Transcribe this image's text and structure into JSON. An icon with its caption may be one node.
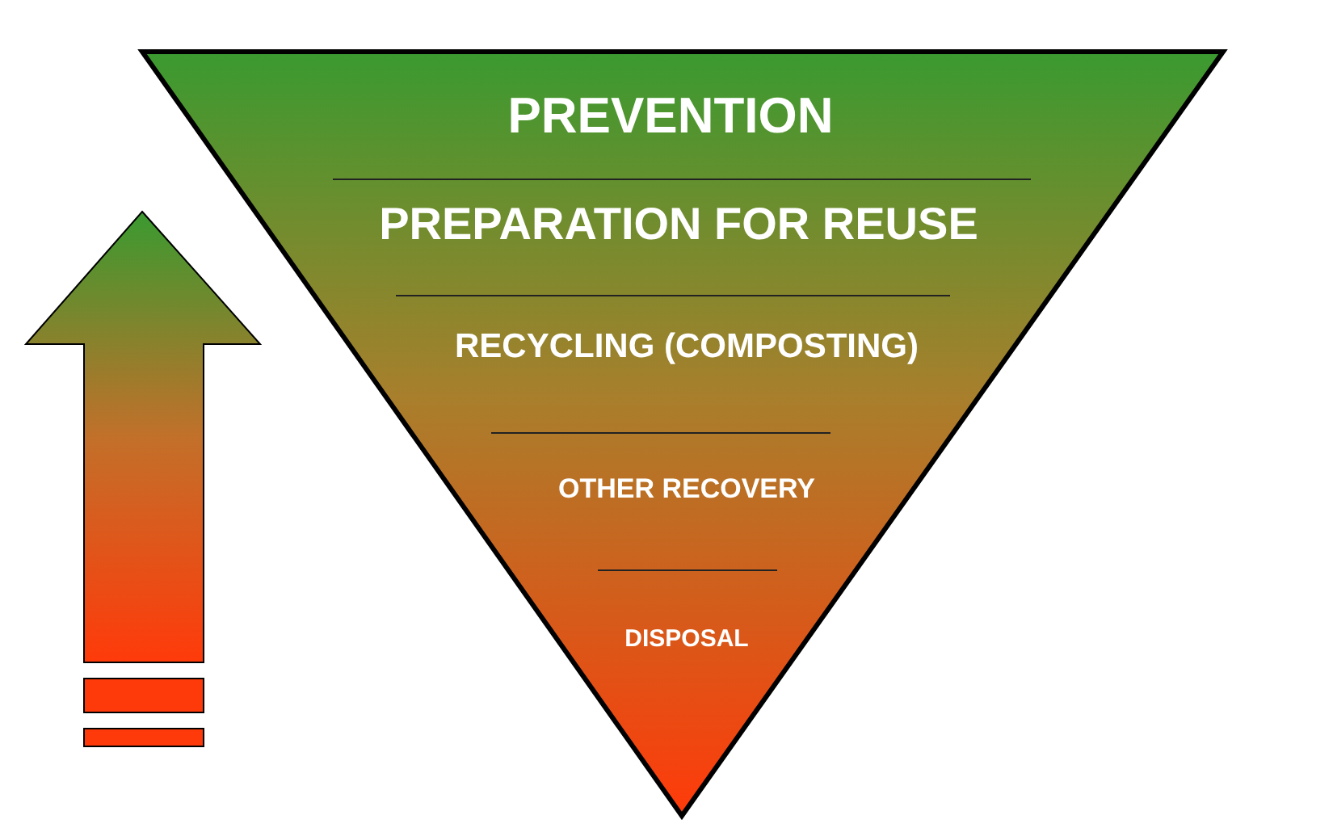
{
  "diagram": {
    "nodes": [
      {
        "text": [
          "PREVENTION"
        ]
      },
      {
        "text": [
          "PREPARATION FOR REUSE"
        ]
      },
      {
        "text": [
          "RECYCLING (COMPOSTING)"
        ]
      },
      {
        "text": [
          "OTHER RECOVERY"
        ]
      },
      {
        "text": [
          "DISPOSAL"
        ]
      }
    ]
  }
}
